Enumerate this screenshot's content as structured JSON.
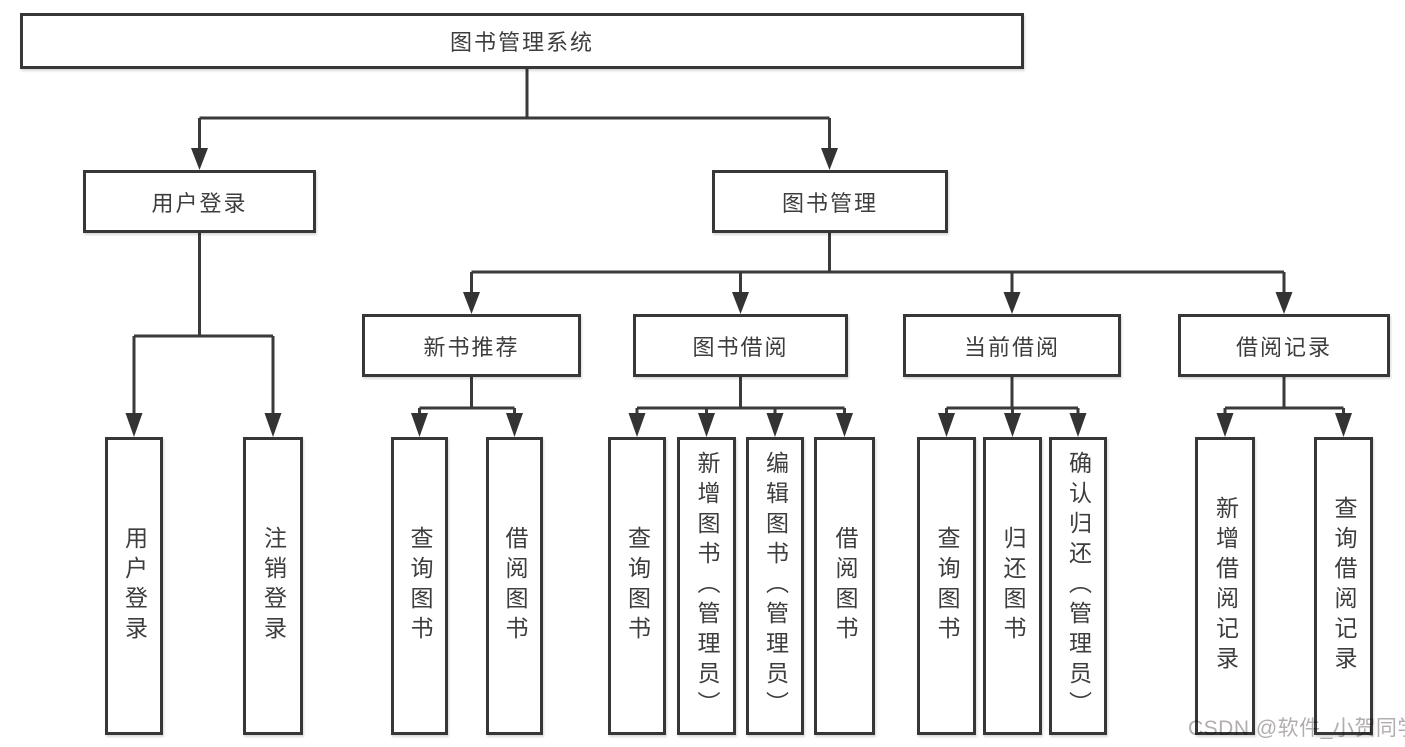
{
  "tree": {
    "root": {
      "label": "图书管理系统"
    },
    "children": [
      {
        "label": "用户登录",
        "children": [
          {
            "label": "用户登录"
          },
          {
            "label": "注销登录"
          }
        ]
      },
      {
        "label": "图书管理",
        "children": [
          {
            "label": "新书推荐",
            "children": [
              {
                "label": "查询图书"
              },
              {
                "label": "借阅图书"
              }
            ]
          },
          {
            "label": "图书借阅",
            "children": [
              {
                "label": "查询图书"
              },
              {
                "label": "新增图书（管理员）"
              },
              {
                "label": "编辑图书（管理员）"
              },
              {
                "label": "借阅图书"
              }
            ]
          },
          {
            "label": "当前借阅",
            "children": [
              {
                "label": "查询图书"
              },
              {
                "label": "归还图书"
              },
              {
                "label": "确认归还（管理员）"
              }
            ]
          },
          {
            "label": "借阅记录",
            "children": [
              {
                "label": "新增借阅记录"
              },
              {
                "label": "查询借阅记录"
              }
            ]
          }
        ]
      }
    ]
  },
  "watermark": {
    "text": "CSDN @软件_小贺同学",
    "color": "#b2adb0"
  },
  "colors": {
    "line": "#3a3a3a",
    "box_border": "#373737",
    "text": "#3d3d3d",
    "background": "#ffffff"
  }
}
